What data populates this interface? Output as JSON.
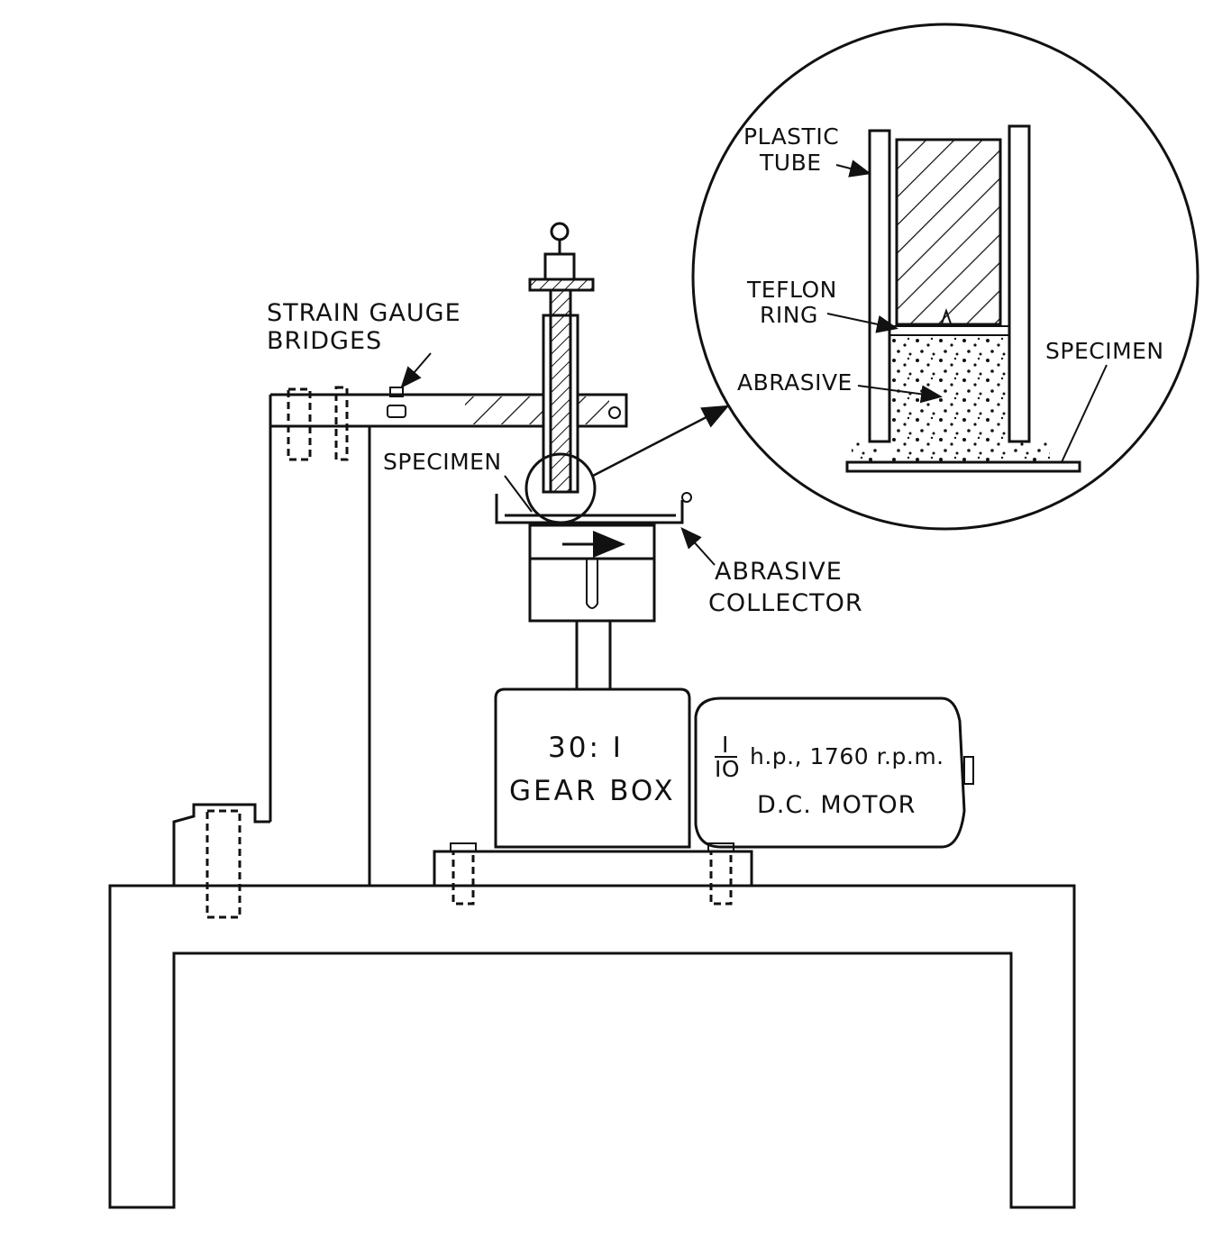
{
  "labels": {
    "strain_gauge_line1": "STRAIN GAUGE",
    "strain_gauge_line2": "BRIDGES",
    "specimen_main": "SPECIMEN",
    "abrasive_collector_line1": "ABRASIVE",
    "abrasive_collector_line2": "COLLECTOR",
    "gear_box_ratio": "30: I",
    "gear_box_label": "GEAR BOX",
    "motor_fraction_num": "I",
    "motor_fraction_den": "IO",
    "motor_spec": "h.p., 1760 r.p.m.",
    "motor_label": "D.C. MOTOR"
  },
  "detail": {
    "plastic_tube_line1": "PLASTIC",
    "plastic_tube_line2": "TUBE",
    "teflon_ring_line1": "TEFLON",
    "teflon_ring_line2": "RING",
    "abrasive": "ABRASIVE",
    "specimen": "SPECIMEN"
  }
}
